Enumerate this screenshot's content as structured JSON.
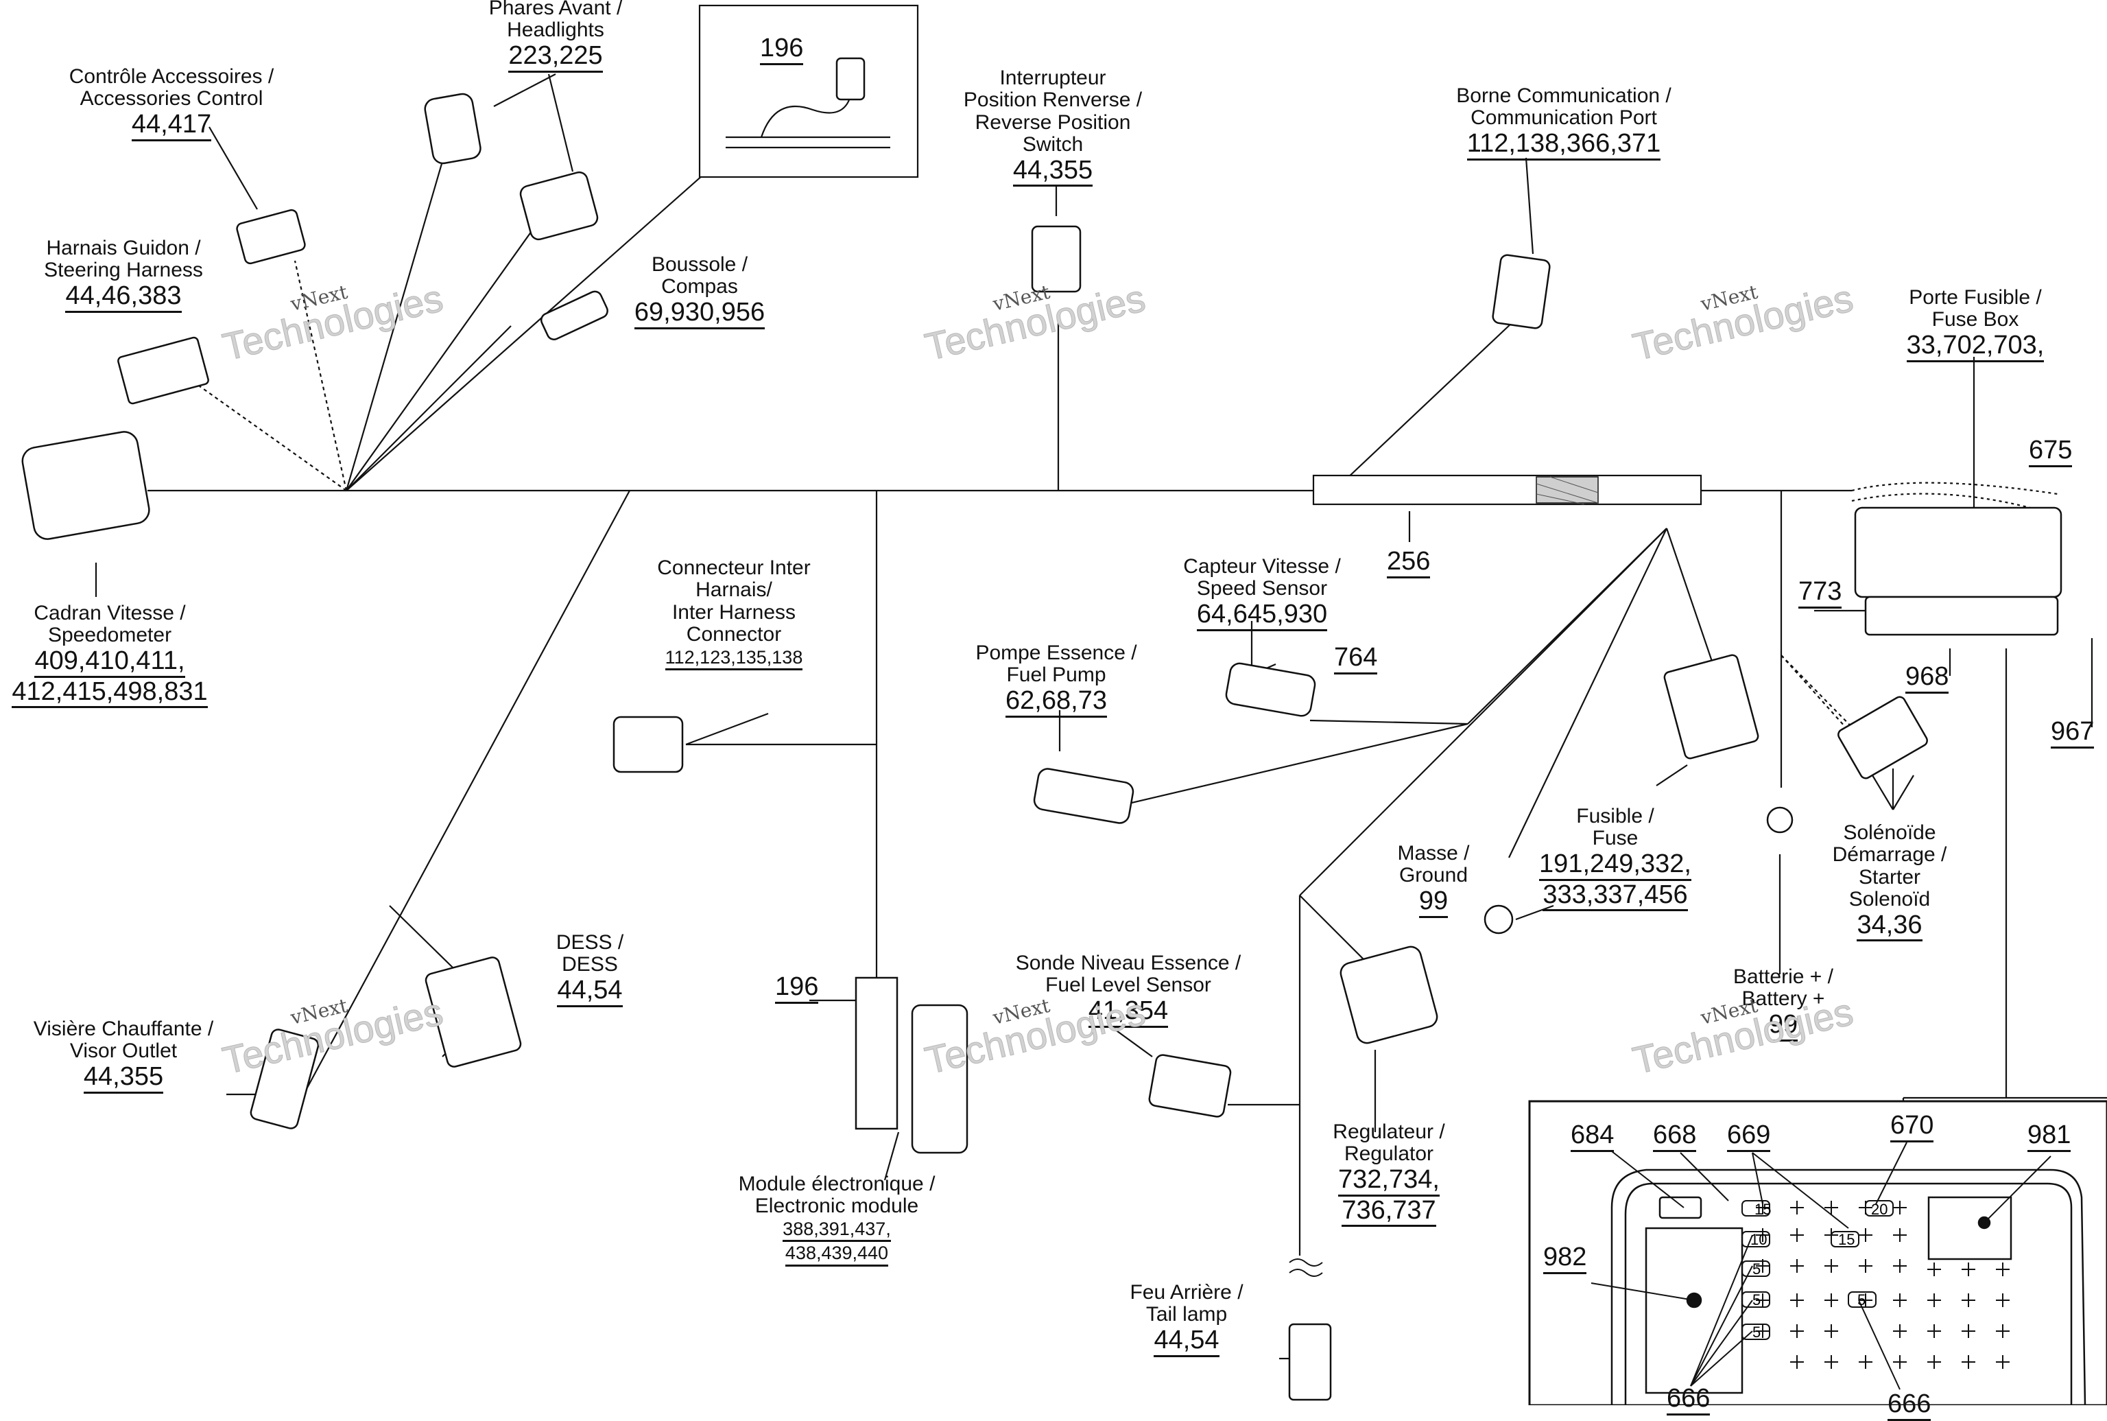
{
  "diagram": {
    "labels": {
      "accessories_control": {
        "title": "Contrôle Accessoires /\nAccessories Control",
        "refs": "44,417"
      },
      "headlights": {
        "title": "Phares Avant /\nHeadlights",
        "refs": "223,225"
      },
      "steering_harness": {
        "title": "Harnais Guidon /\nSteering Harness",
        "refs": "44,46,383"
      },
      "compass": {
        "title": "Boussole /\nCompas",
        "refs": "69,930,956"
      },
      "speedometer": {
        "title": "Cadran Vitesse /\nSpeedometer",
        "refs": "409,410,411,",
        "refs2": "412,415,498,831"
      },
      "reverse_switch": {
        "title": "Interrupteur\nPosition Renverse /\nReverse Position\nSwitch",
        "refs": "44,355"
      },
      "communication_port": {
        "title": "Borne Communication /\nCommunication Port",
        "refs": "112,138,366,371"
      },
      "fuse_box": {
        "title": "Porte Fusible /\nFuse Box",
        "refs": "33,702,703,"
      },
      "inter_harness": {
        "title": "Connecteur Inter\nHarnais/\nInter Harness\nConnector",
        "refs": "112,123,135,138"
      },
      "speed_sensor": {
        "title": "Capteur Vitesse /\nSpeed Sensor",
        "refs": "64,645,930"
      },
      "fuel_pump": {
        "title": "Pompe Essence /\nFuel Pump",
        "refs": "62,68,73"
      },
      "fuse": {
        "title": "Fusible /\nFuse",
        "refs": "191,249,332,",
        "refs2": "333,337,456"
      },
      "ground": {
        "title": "Masse /\nGround",
        "refs": "99"
      },
      "starter_solenoid": {
        "title": "Solénoïde\nDémarrage /\nStarter\nSolenoïd",
        "refs": "34,36"
      },
      "dess": {
        "title": "DESS /\nDESS",
        "refs": "44,54"
      },
      "visor_outlet": {
        "title": "Visière Chauffante /\nVisor Outlet",
        "refs": "44,355"
      },
      "electronic_module": {
        "title": "Module électronique /\nElectronic module",
        "refs": "388,391,437,",
        "refs2": "438,439,440"
      },
      "fuel_level_sensor": {
        "title": "Sonde Niveau Essence /\nFuel Level Sensor",
        "refs": "41,354"
      },
      "regulator": {
        "title": "Regulateur /\nRegulator",
        "refs": "732,734,",
        "refs2": "736,737"
      },
      "battery": {
        "title": "Batterie + /\nBattery +",
        "refs": "99"
      },
      "tail_lamp": {
        "title": "Feu Arrière /\nTail lamp",
        "refs": "44,54"
      }
    },
    "part_numbers": {
      "p196_top": "196",
      "p196_module": "196",
      "p256": "256",
      "p764": "764",
      "p675": "675",
      "p773": "773",
      "p968": "968",
      "p967": "967",
      "p684": "684",
      "p668": "668",
      "p669": "669",
      "p670": "670",
      "p981": "981",
      "p982": "982",
      "p666a": "666",
      "p666b": "666"
    },
    "fuse_box_markings": {
      "m15a": "15",
      "m20": "20",
      "m10": "10",
      "m15b": "15",
      "m5a": "5",
      "m5b": "5",
      "m5c": "5",
      "m5d": "5"
    },
    "watermark": {
      "line1": "vNext",
      "line2": "Technologies"
    }
  }
}
